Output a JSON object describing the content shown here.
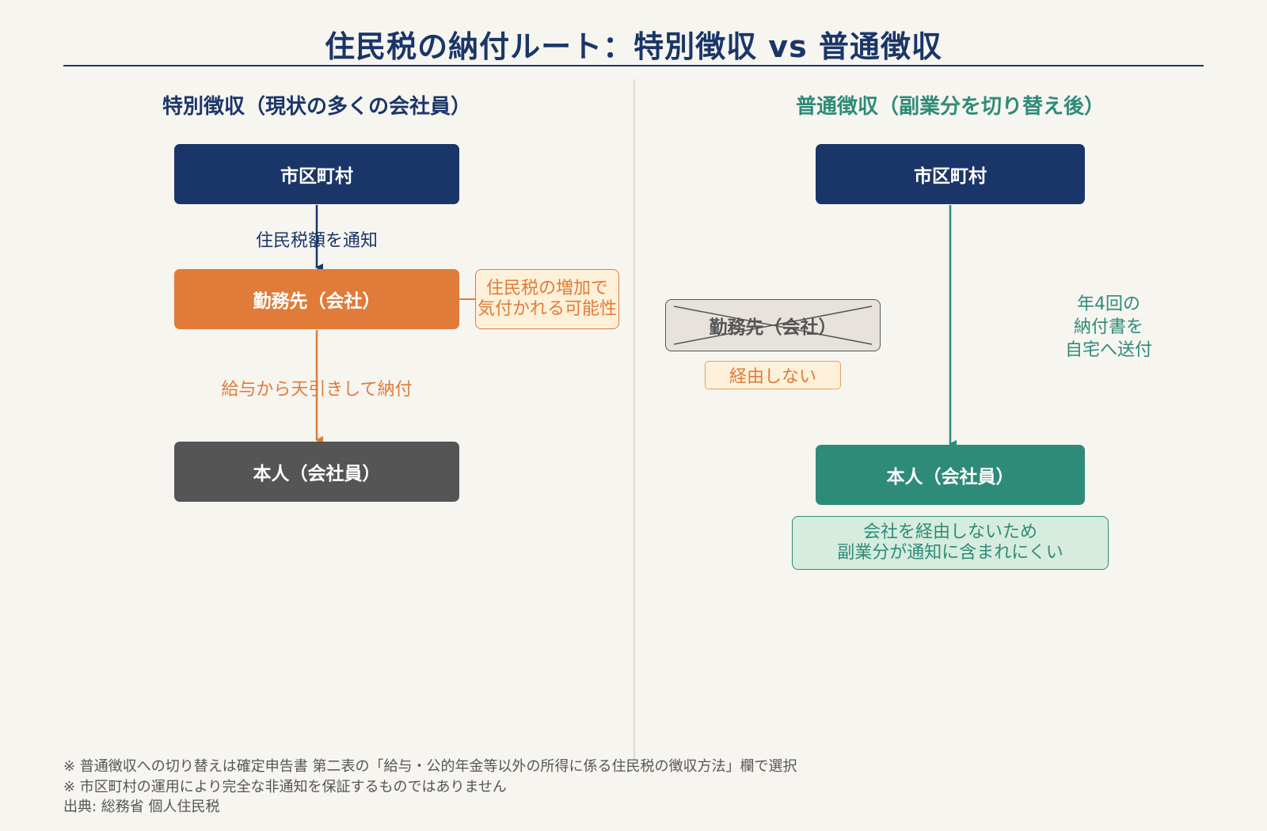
{
  "title": "住民税の納付ルート：特別徴収 vs 普通徴収",
  "left": {
    "heading": "特別徴収（現状の多くの会社員）",
    "municipality": "市区町村",
    "notify_label": "住民税額を通知",
    "employer": "勤務先（会社）",
    "side_note_line1": "住民税の増加で",
    "side_note_line2": "気付かれる可能性",
    "deduct_label": "給与から天引きして納付",
    "person": "本人（会社員）"
  },
  "right": {
    "heading": "普通徴収（副業分を切り替え後）",
    "municipality": "市区町村",
    "employer_crossed": "勤務先（会社）",
    "bypass_label": "経由しない",
    "send_line1": "年4回の",
    "send_line2": "納付書を",
    "send_line3": "自宅へ送付",
    "person": "本人（会社員）",
    "note_line1": "会社を経由しないため",
    "note_line2": "副業分が通知に含まれにくい"
  },
  "footnotes": [
    "※ 普通徴収への切り替えは確定申告書 第二表の「給与・公的年金等以外の所得に係る住民税の徴収方法」欄で選択",
    "※ 市区町村の運用により完全な非通知を保証するものではありません",
    "出典: 総務省 個人住民税"
  ],
  "colors": {
    "navy": "#1a3668",
    "orange": "#e07b39",
    "gray": "#555555",
    "teal": "#2e8b78"
  }
}
